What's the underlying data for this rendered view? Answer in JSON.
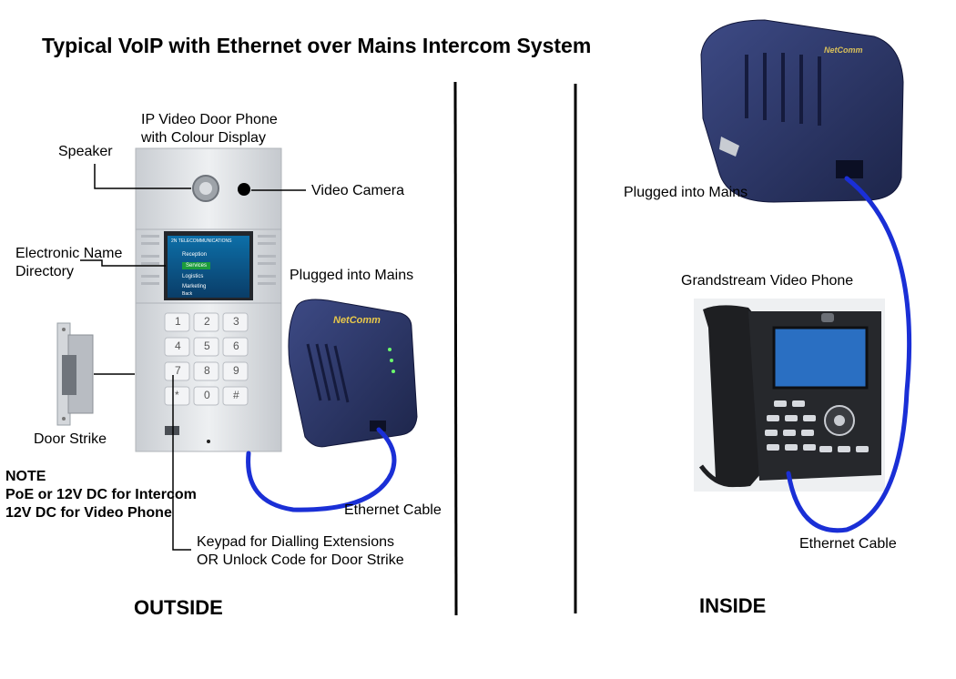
{
  "title": "Typical VoIP with Ethernet over Mains Intercom System",
  "outside": {
    "section_label": "OUTSIDE",
    "door_phone_label_line1": "IP Video Door Phone",
    "door_phone_label_line2": "with Colour Display",
    "speaker_label": "Speaker",
    "video_camera_label": "Video Camera",
    "name_directory_line1": "Electronic Name",
    "name_directory_line2": "Directory",
    "door_strike_label": "Door Strike",
    "plugged_label": "Plugged into Mains",
    "ethernet_label": "Ethernet Cable",
    "keypad_line1": "Keypad for Dialling Extensions",
    "keypad_line2": "OR Unlock Code for Door Strike",
    "adapter_brand": "NetComm",
    "screen": {
      "header": "2N TELECOMMUNICATIONS",
      "entries": [
        "Reception",
        "Services",
        "Logistics",
        "Marketing"
      ],
      "footer": "Back"
    },
    "keys": [
      "1",
      "2",
      "3",
      "4",
      "5",
      "6",
      "7",
      "8",
      "9",
      "*",
      "0",
      "#"
    ]
  },
  "note": {
    "heading": "NOTE",
    "line1": "PoE or 12V DC for Intercom",
    "line2": "12V DC for Video Phone"
  },
  "inside": {
    "section_label": "INSIDE",
    "plugged_label": "Plugged into Mains",
    "phone_label": "Grandstream Video Phone",
    "ethernet_label": "Ethernet Cable",
    "adapter_brand": "NetComm"
  },
  "colors": {
    "cable": "#1a2fd6",
    "adapter": "#2a3563",
    "panel": "#dfe2e6"
  }
}
